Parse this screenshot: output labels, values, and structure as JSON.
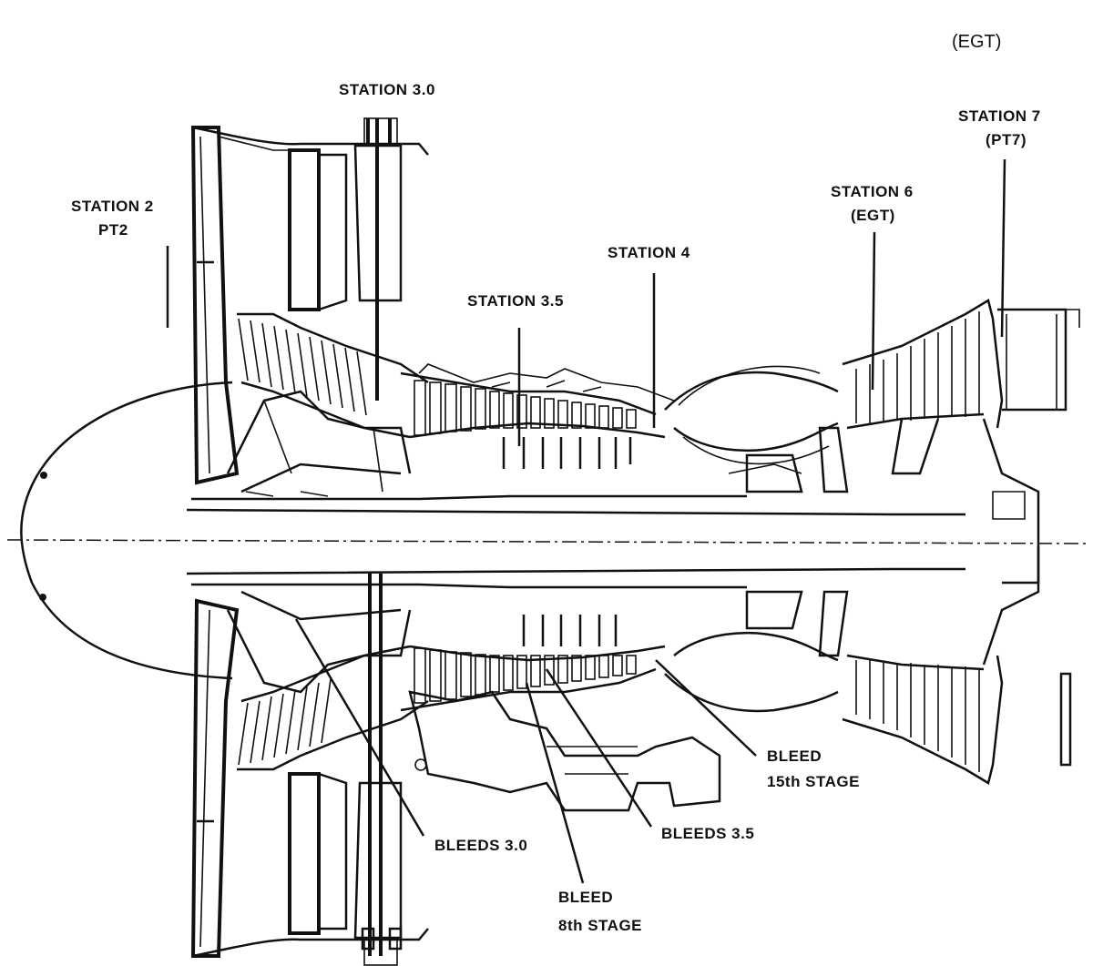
{
  "corner_label": "(EGT)",
  "labels": {
    "station_3_0": "STATION 3.0",
    "station_2": [
      "STATION 2",
      "PT2"
    ],
    "station_3_5": "STATION 3.5",
    "station_4": "STATION 4",
    "station_6": [
      "STATION 6",
      "(EGT)"
    ],
    "station_7": [
      "STATION 7",
      "(PT7)"
    ],
    "bleeds_3_0": "BLEEDS 3.0",
    "bleeds_3_5": "BLEEDS 3.5",
    "bleed_8th": [
      "BLEED",
      "8th STAGE"
    ],
    "bleed_15th": [
      "BLEED",
      "15th STAGE"
    ]
  }
}
